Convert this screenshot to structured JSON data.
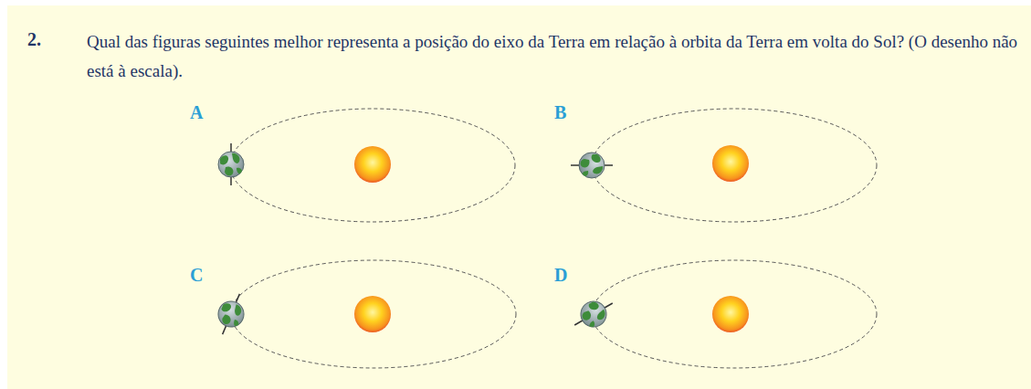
{
  "diagram": {
    "labels": [
      "2.",
      "Qual das figuras seguintes melhor representa a posição do eixo da Terra em relação à orbita da Terra em volta do Sol? (O desenho não está à escala).",
      "A",
      "B",
      "C",
      "D"
    ]
  }
}
